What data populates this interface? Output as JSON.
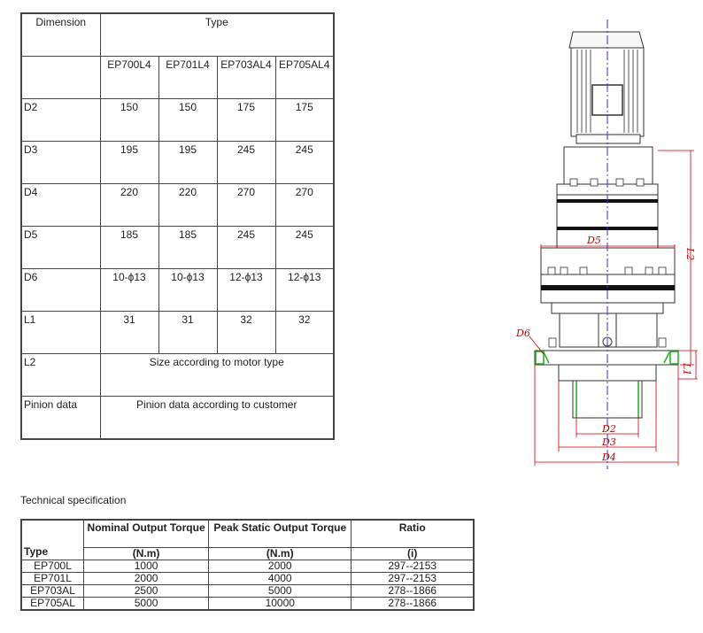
{
  "dimension_table": {
    "header_dimension": "Dimension",
    "header_type": "Type",
    "models": [
      "EP700L4",
      "EP701L4",
      "EP703AL4",
      "EP705AL4"
    ],
    "rows": [
      {
        "label": "D2",
        "values": [
          "150",
          "150",
          "175",
          "175"
        ]
      },
      {
        "label": "D3",
        "values": [
          "195",
          "195",
          "245",
          "245"
        ]
      },
      {
        "label": "D4",
        "values": [
          "220",
          "220",
          "270",
          "270"
        ]
      },
      {
        "label": "D5",
        "values": [
          "185",
          "185",
          "245",
          "245"
        ]
      },
      {
        "label": "D6",
        "values": [
          "10-ϕ13",
          "10-ϕ13",
          "12-ϕ13",
          "12-ϕ13"
        ]
      },
      {
        "label": "L1",
        "values": [
          "31",
          "31",
          "32",
          "32"
        ]
      }
    ],
    "l2_label": "L2",
    "l2_value": "Size according to motor type",
    "pinion_label": "Pinion data",
    "pinion_value": "Pinion data according to customer"
  },
  "spec": {
    "title": "Technical specification",
    "col_type": "Type",
    "col_nominal": "Nominal Output Torque",
    "col_peak": "Peak Static Output Torque",
    "col_ratio": "Ratio",
    "unit_nominal": "(N.m)",
    "unit_peak": "(N.m)",
    "unit_ratio": "(i)",
    "rows": [
      {
        "type": "EP700L",
        "nominal": "1000",
        "peak": "2000",
        "ratio": "297--2153"
      },
      {
        "type": "EP701L",
        "nominal": "2000",
        "peak": "4000",
        "ratio": "297--2153"
      },
      {
        "type": "EP703AL",
        "nominal": "2500",
        "peak": "5000",
        "ratio": "278--1866"
      },
      {
        "type": "EP705AL",
        "nominal": "5000",
        "peak": "10000",
        "ratio": "278--1866"
      }
    ]
  },
  "drawing_labels": {
    "d2": "D2",
    "d3": "D3",
    "d4": "D4",
    "d5": "D5",
    "d6": "D6",
    "l1": "L1",
    "l2": "L2"
  }
}
